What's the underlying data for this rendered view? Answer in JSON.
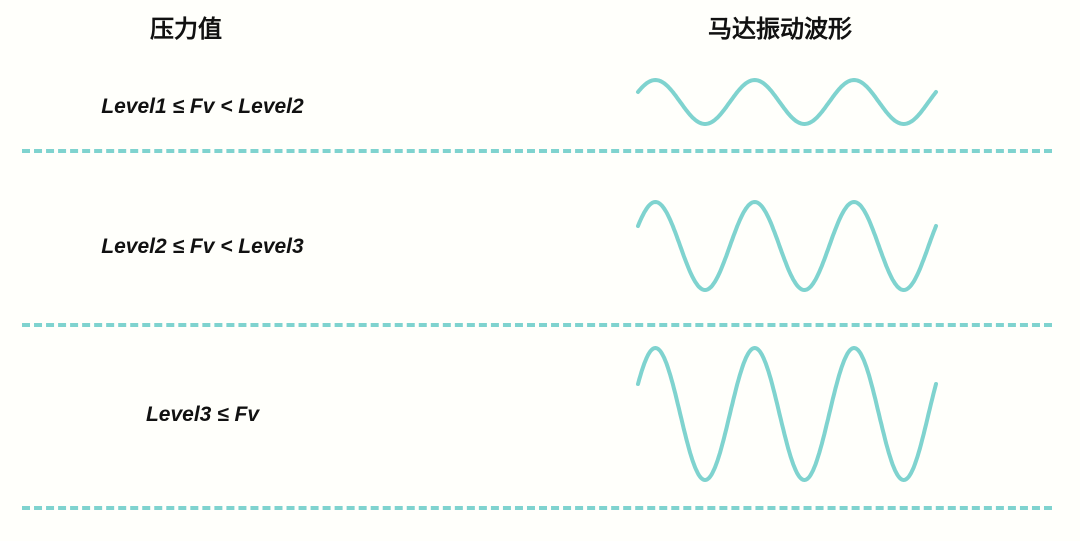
{
  "headers": {
    "pressure": "压力值",
    "waveform": "马达振动波形"
  },
  "rows": [
    {
      "label": "Level1 ≤ Fv < Level2",
      "amplitude_level": 1
    },
    {
      "label": "Level2 ≤ Fv < Level3",
      "amplitude_level": 2
    },
    {
      "label": "Level3 ≤ Fv",
      "amplitude_level": 3
    }
  ],
  "colors": {
    "wave": "#7fd3cf",
    "divider": "#7fd3cf",
    "text": "#111111",
    "background": "#fffffb"
  }
}
